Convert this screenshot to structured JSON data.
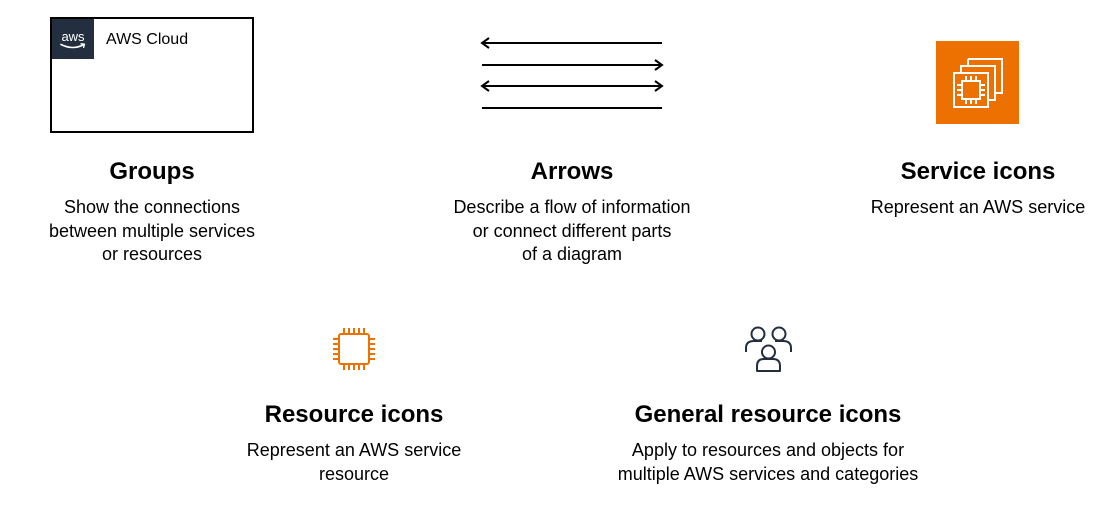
{
  "groups": {
    "box_label": "AWS Cloud",
    "logo_text": "aws",
    "logo_icon": "aws-logo-icon",
    "title": "Groups",
    "description": [
      "Show the connections",
      "between multiple services",
      "or resources"
    ]
  },
  "arrows": {
    "title": "Arrows",
    "description": [
      "Describe a flow of information",
      "or connect different parts",
      "of a diagram"
    ],
    "samples": [
      "left-arrow",
      "right-arrow",
      "double-headed-arrow",
      "plain-line"
    ]
  },
  "service_icons": {
    "title": "Service icons",
    "description": [
      "Represent an AWS service"
    ],
    "icon": "ec2-instances-icon",
    "color": "#ED7100"
  },
  "resource_icons": {
    "title": "Resource icons",
    "description": [
      "Represent an AWS service",
      "resource"
    ],
    "icon": "chip-resource-icon",
    "color": "#ED7100"
  },
  "general_resource_icons": {
    "title": "General resource icons",
    "description": [
      "Apply to resources and objects for",
      "multiple AWS services and categories"
    ],
    "icon": "users-icon",
    "color": "#232F3E"
  },
  "colors": {
    "aws_squid_ink": "#232F3E",
    "aws_orange": "#ED7100"
  }
}
